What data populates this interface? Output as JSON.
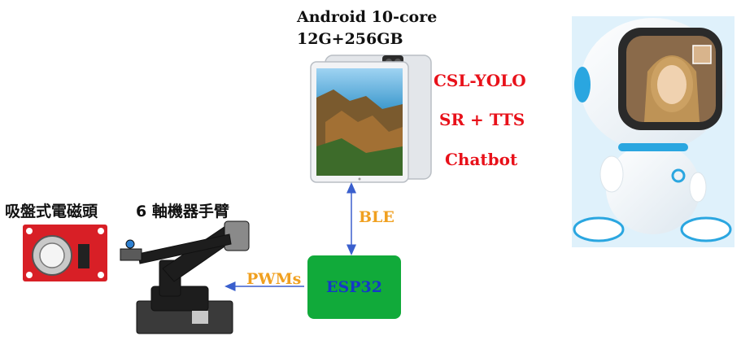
{
  "tablet": {
    "line1": "Android 10-core",
    "line2": "12G+256GB"
  },
  "features": [
    "CSL-YOLO",
    "SR + TTS",
    "Chatbot"
  ],
  "links": {
    "ble": "BLE",
    "pwm": "PWMs"
  },
  "controller": {
    "label": "ESP32"
  },
  "components": {
    "magnet_label": "吸盤式電磁頭",
    "arm_label": "6 軸機器手臂"
  },
  "colors": {
    "feature_text": "#e8111a",
    "link_text": "#f0a020",
    "esp_fill": "#11aa3a",
    "esp_text": "#1538c8",
    "arrow": "#3a5fcd"
  }
}
